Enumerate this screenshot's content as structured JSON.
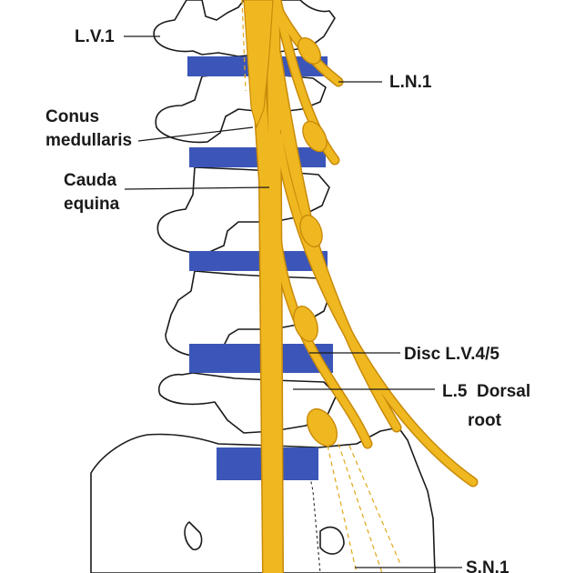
{
  "colors": {
    "nerve": "#F0B820",
    "nerve_outline": "#C88A0A",
    "disc": "#3B56B8",
    "bone_fill": "#FFFFFF",
    "outline": "#1A1A1A",
    "background": "#FFFFFF"
  },
  "labels": {
    "lv1": "L.V.1",
    "ln1": "L.N.1",
    "conus_line1": "Conus",
    "conus_line2": "medullaris",
    "cauda_line1": "Cauda",
    "cauda_line2": "equina",
    "disc": "Disc L.V.4/5",
    "l5_line1": "L.5  Dorsal",
    "l5_line2": "root",
    "sn1": "S.N.1"
  }
}
